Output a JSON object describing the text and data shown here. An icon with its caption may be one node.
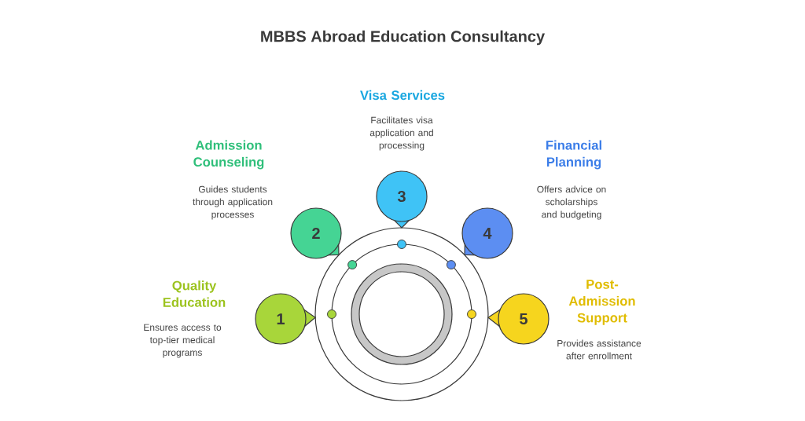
{
  "diagram": {
    "title": "MBBS Abroad Education Consultancy",
    "nodes": [
      {
        "text": [
          "1"
        ],
        "beside": [
          "Quality Education",
          "Ensures access to top-tier medical programs"
        ]
      },
      {
        "text": [
          "2"
        ],
        "beside": [
          "Admission Counseling",
          "Guides students through application processes"
        ]
      },
      {
        "text": [
          "3"
        ],
        "beside": [
          "Visa Services",
          "Facilitates visa application and processing"
        ]
      },
      {
        "text": [
          "4"
        ],
        "beside": [
          "Financial Planning",
          "Offers advice on scholarships and budgeting"
        ]
      },
      {
        "text": [
          "5"
        ],
        "beside": [
          "Post-Admission Support",
          "Provides assistance after enrollment"
        ]
      }
    ]
  }
}
